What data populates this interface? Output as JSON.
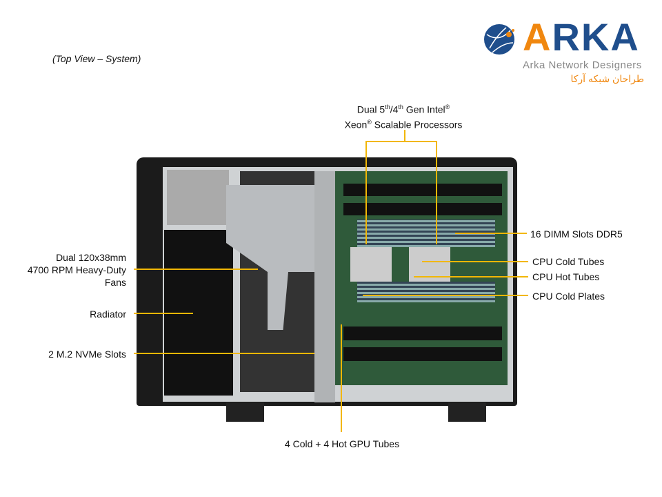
{
  "caption": "(Top View – System)",
  "logo": {
    "name": "ARKA",
    "subtitle": "Arka Network Designers",
    "persian": "طراحان شبکه آرکا"
  },
  "labels": {
    "processors": {
      "l1a": "Dual 5",
      "sup1": "th",
      "l1b": "/4",
      "sup2": "th",
      "l1c": " Gen Intel",
      "reg": "®",
      "l2a": "Xeon",
      "l2b": " Scalable Processors"
    },
    "dimm": "16 DIMM Slots DDR5",
    "cold_tubes": "CPU Cold Tubes",
    "hot_tubes": "CPU Hot Tubes",
    "cold_plates": "CPU Cold Plates",
    "fans": [
      "Dual 120x38mm",
      "4700 RPM Heavy-Duty",
      "Fans"
    ],
    "radiator": "Radiator",
    "nvme": "2 M.2 NVMe Slots",
    "gpu_tubes": "4 Cold + 4 Hot GPU Tubes"
  },
  "colors": {
    "callout": "#f2b705",
    "logo_orange": "#f0870f",
    "logo_blue": "#1f4e8c"
  }
}
